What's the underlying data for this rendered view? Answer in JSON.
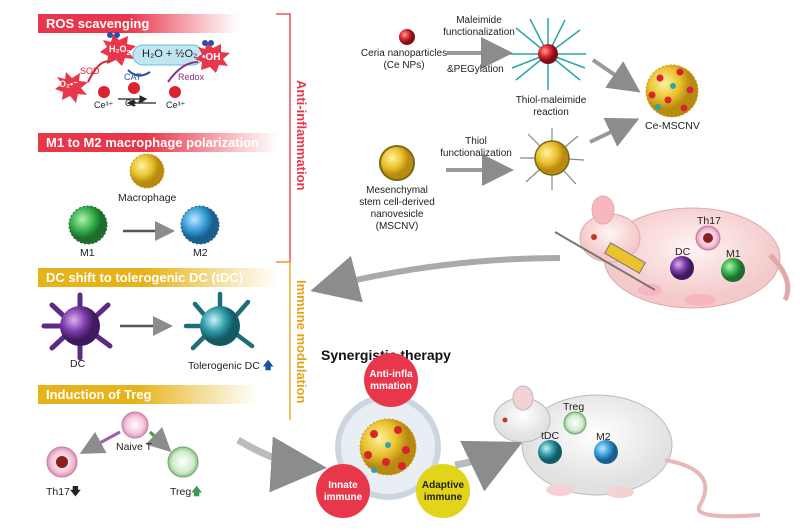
{
  "banners": {
    "ros": "ROS scavenging",
    "m1m2": "M1 to M2 macrophage polarization",
    "dc": "DC shift to tolerogenic DC (tDC)",
    "treg": "Induction of Treg"
  },
  "side_labels": {
    "anti_inflammation": "Anti-inflammation",
    "immune_modulation": "Immune modulation"
  },
  "ros": {
    "o2_radical": "O₂•⁻",
    "h2o2": "H₂O",
    "h2o2_sub": "2",
    "products": "H₂O + ½O₂",
    "oh_radical": "•OH",
    "sod": "SOD",
    "cat": "CAT",
    "redox": "Redox",
    "ce3_left": "Ce³⁺",
    "ce4": "Ce⁴⁺",
    "ce3_right": "Ce³⁺"
  },
  "macrophage": {
    "macrophage": "Macrophage",
    "m1": "M1",
    "m2": "M2"
  },
  "dc_panel": {
    "dc": "DC",
    "tdc": "Tolerogenic DC"
  },
  "treg_panel": {
    "naive": "Naive T",
    "th17": "Th17",
    "treg": "Treg"
  },
  "synthesis": {
    "ceria": "Ceria nanoparticles\n(Ce NPs)",
    "maleimide": "Maleimide\nfunctionalization",
    "pegylation": "&PEGylation",
    "thiol_maleimide": "Thiol-maleimide\nreaction",
    "ce_mscnv": "Ce-MSCNV",
    "mscnv": "Mesenchymal\nstem cell-derived\nnanovesicle\n(MSCNV)",
    "thiol": "Thiol\nfunctionalization"
  },
  "rat_top": {
    "th17": "Th17",
    "dc": "DC",
    "m1": "M1"
  },
  "therapy": {
    "title": "Synergistic therapy",
    "anti": "Anti-infla\nmmation",
    "innate": "Innate\nimmune",
    "adaptive": "Adaptive\nimmune"
  },
  "rat_bottom": {
    "treg": "Treg",
    "tdc": "tDC",
    "m2": "M2"
  },
  "colors": {
    "red": "#e8364a",
    "gold": "#e7b31a",
    "macrophage_yellow": "#e9c22e",
    "m1_green": "#37b24d",
    "m2_blue": "#3a9fd8",
    "dc_purple": "#7b3aa8",
    "tdc_teal": "#2d9aa8",
    "arrow_gray": "#8c8c8c"
  },
  "icons": [
    "up-arrow-icon",
    "down-arrow-icon",
    "syringe-icon",
    "rat-icon"
  ]
}
